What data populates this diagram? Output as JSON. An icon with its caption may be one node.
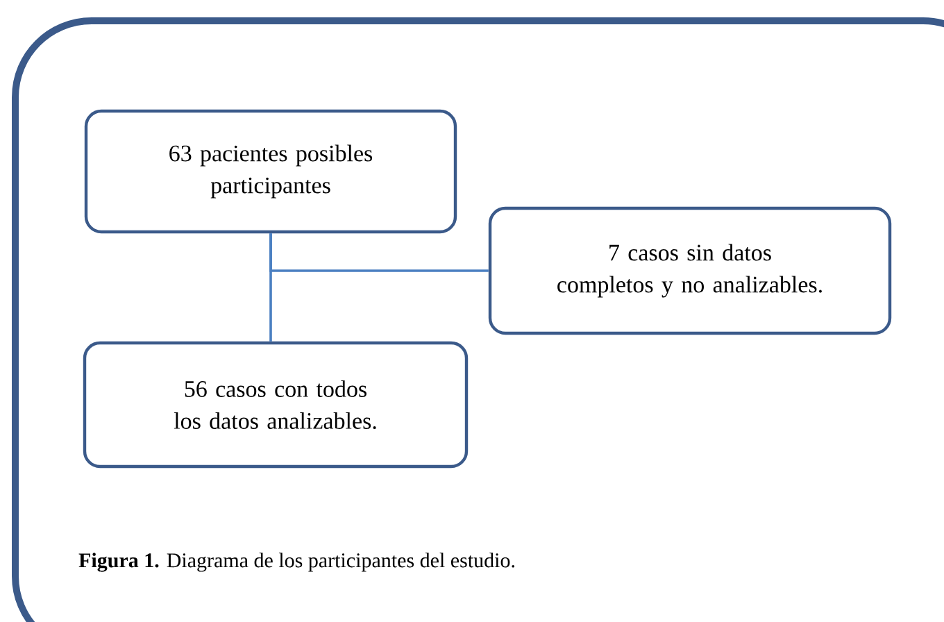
{
  "diagram": {
    "caption": "**Figura 1.** Diagrama de los participantes del estudio.",
    "nodes": [
      {
        "text": [
          "63 pacientes posibles participantes"
        ]
      },
      {
        "text": [
          "7 casos sin datos completos y no analizables."
        ]
      },
      {
        "text": [
          "56 casos con todos los datos analizables."
        ]
      }
    ],
    "edges": [
      {
        "from": 0,
        "to": 2,
        "arrow": "none"
      },
      {
        "from": 0,
        "to": 1,
        "arrow": "none"
      }
    ]
  }
}
